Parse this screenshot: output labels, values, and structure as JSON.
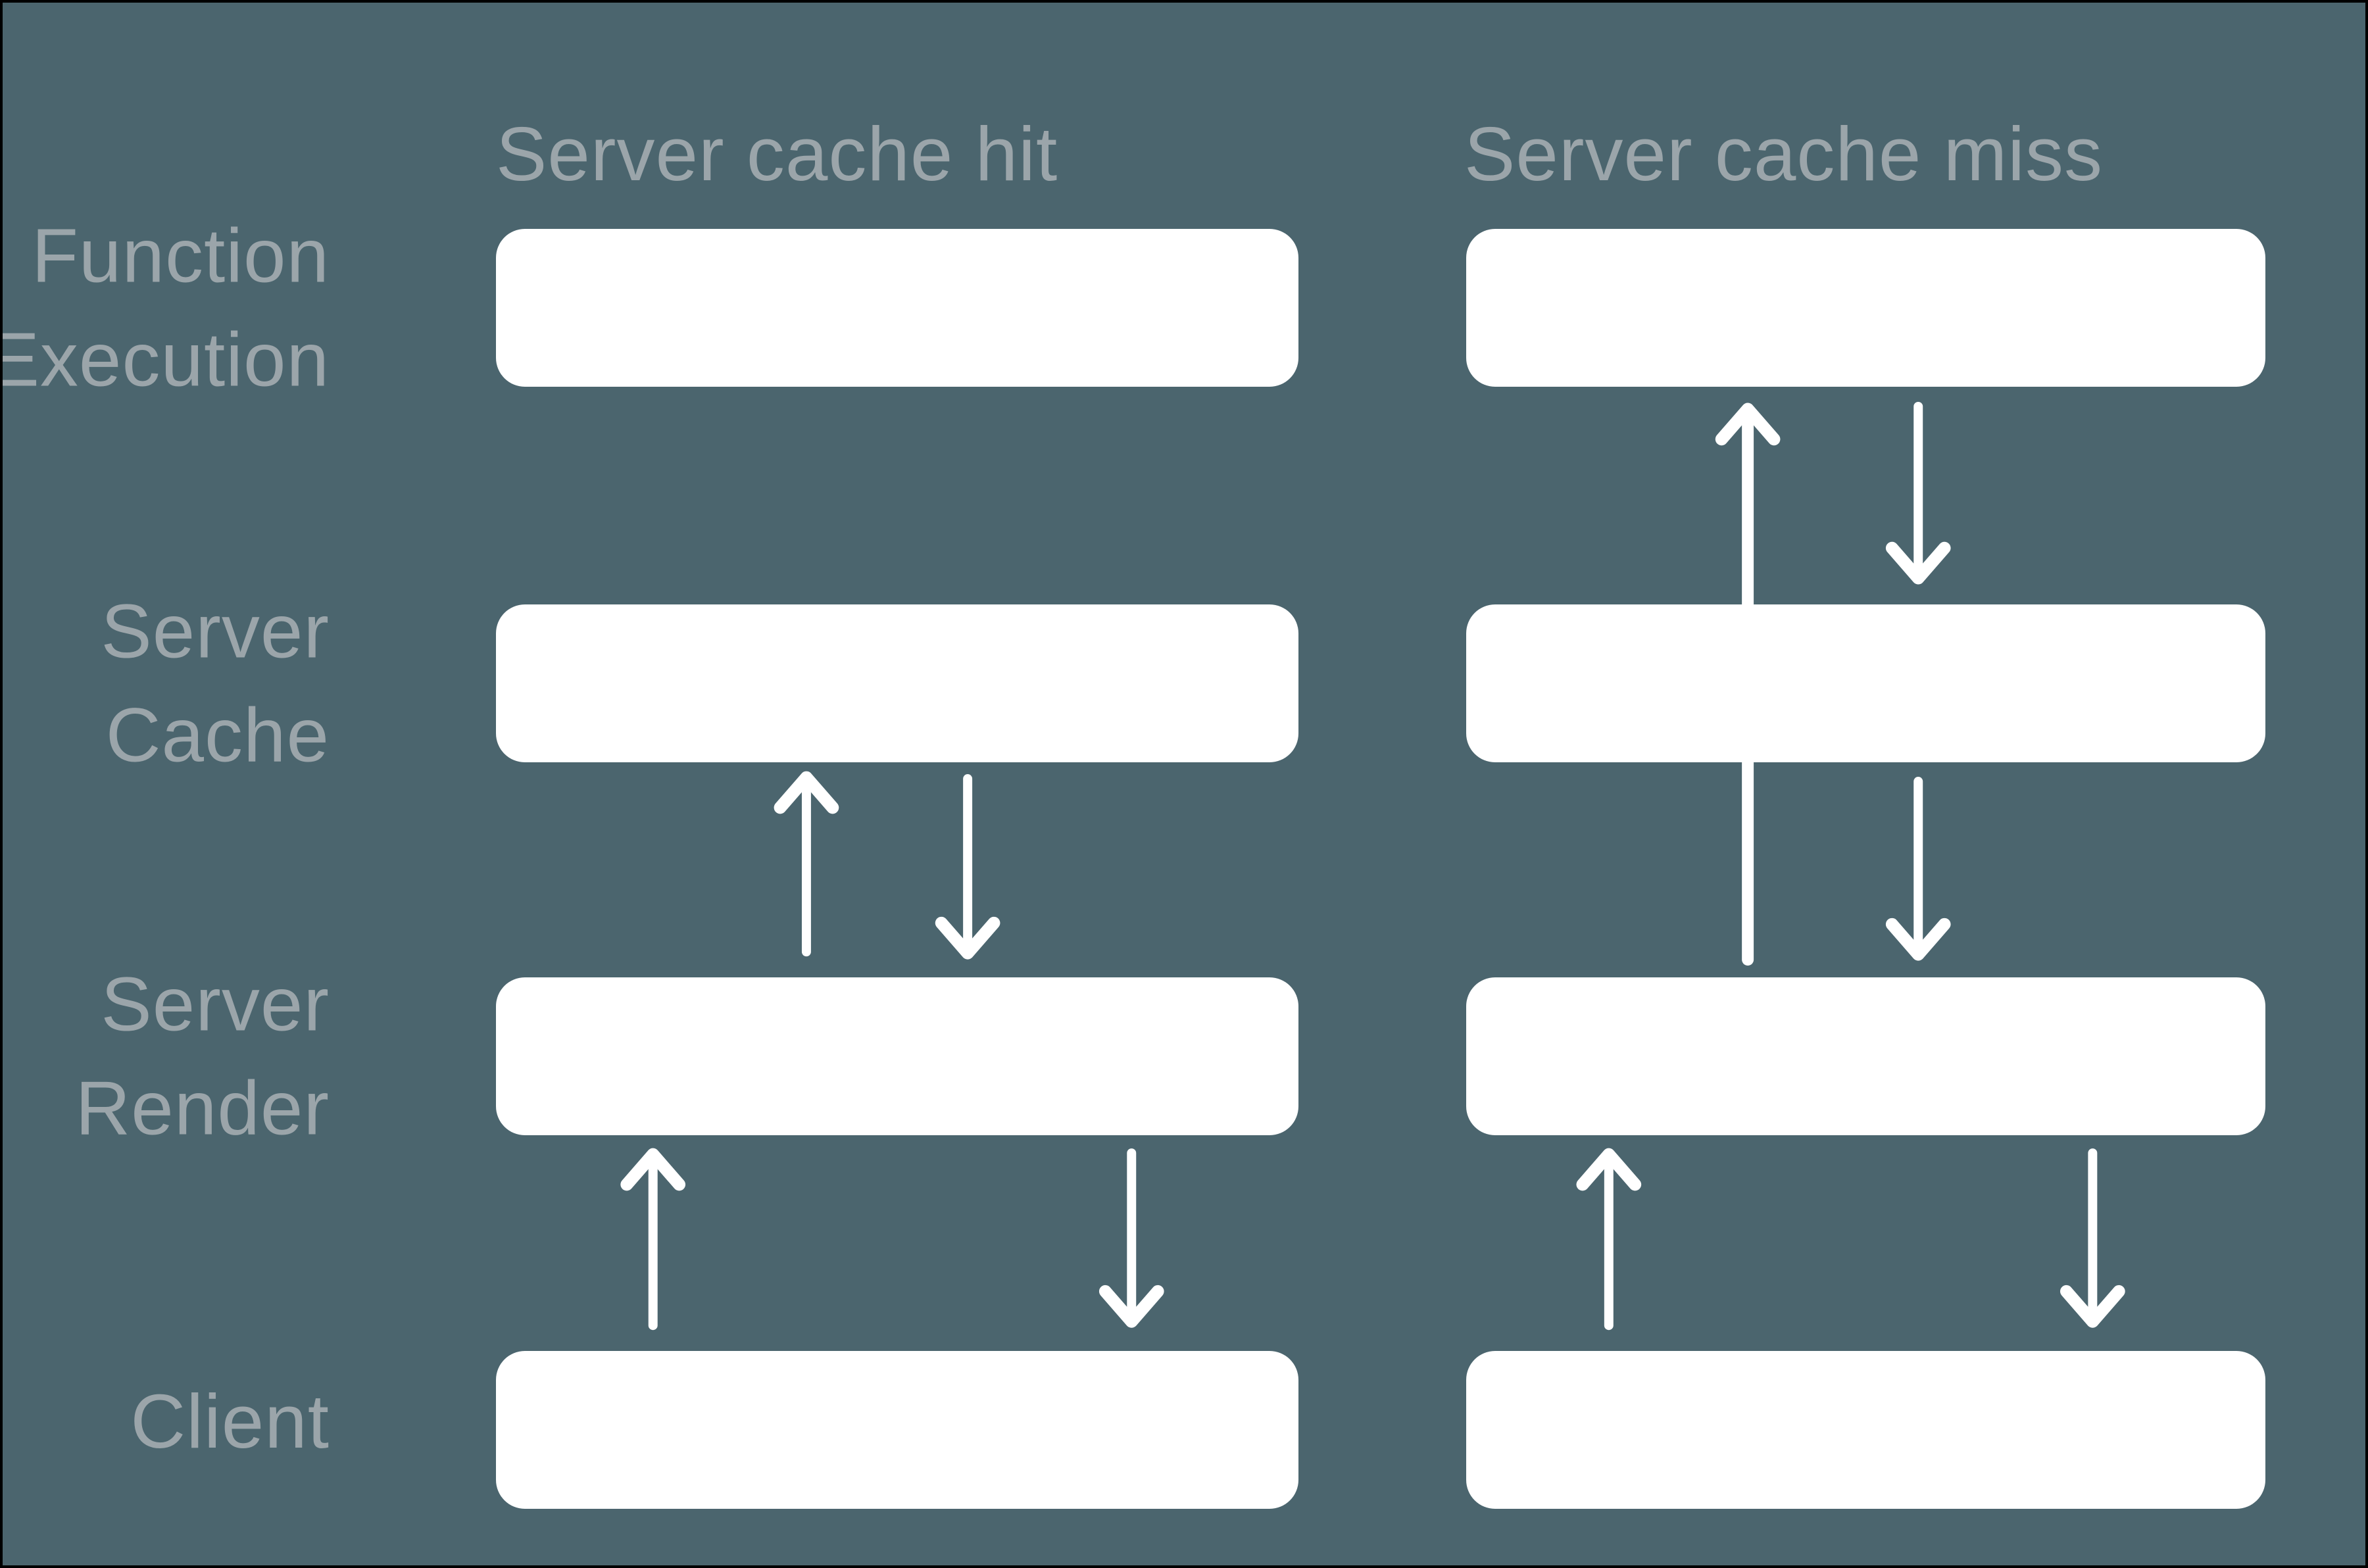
{
  "diagram": {
    "columns": [
      {
        "id": "hit",
        "title": "Server cache hit"
      },
      {
        "id": "miss",
        "title": "Server cache miss"
      }
    ],
    "rows": [
      {
        "id": "function-execution",
        "label": "Function\nExecution"
      },
      {
        "id": "server-cache",
        "label": "Server\nCache"
      },
      {
        "id": "server-render",
        "label": "Server\nRender"
      },
      {
        "id": "client",
        "label": "Client"
      }
    ],
    "arrows": [
      {
        "id": "hit-up-render-to-cache",
        "column": "hit",
        "from": "server-render",
        "to": "server-cache",
        "direction": "up"
      },
      {
        "id": "hit-down-cache-to-render",
        "column": "hit",
        "from": "server-cache",
        "to": "server-render",
        "direction": "down"
      },
      {
        "id": "hit-up-client-to-render",
        "column": "hit",
        "from": "client",
        "to": "server-render",
        "direction": "up"
      },
      {
        "id": "hit-down-render-to-client",
        "column": "hit",
        "from": "server-render",
        "to": "client",
        "direction": "down"
      },
      {
        "id": "miss-up-render-to-execution",
        "column": "miss",
        "from": "server-render",
        "to": "function-execution",
        "direction": "up"
      },
      {
        "id": "miss-down-execution-to-cache",
        "column": "miss",
        "from": "function-execution",
        "to": "server-cache",
        "direction": "down"
      },
      {
        "id": "miss-down-cache-to-render",
        "column": "miss",
        "from": "server-cache",
        "to": "server-render",
        "direction": "down"
      },
      {
        "id": "miss-up-client-to-render",
        "column": "miss",
        "from": "client",
        "to": "server-render",
        "direction": "up"
      },
      {
        "id": "miss-down-render-to-client",
        "column": "miss",
        "from": "server-render",
        "to": "client",
        "direction": "down"
      }
    ],
    "colors": {
      "background": "#4B656E",
      "box": "#FFFFFF",
      "text": "#9BA5AA",
      "arrow": "#FFFFFF",
      "frame": "#000000"
    }
  }
}
